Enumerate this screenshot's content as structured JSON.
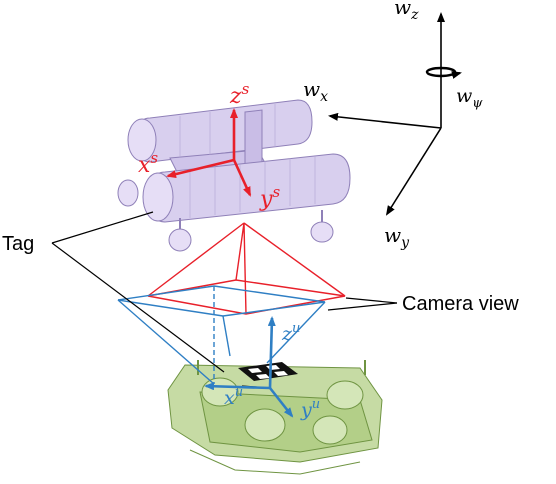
{
  "labels": {
    "tag": "Tag",
    "camera_view": "Camera view"
  },
  "surface_frame": {
    "z": {
      "base": "z",
      "sup": "s"
    },
    "x": {
      "base": "x",
      "sup": "s"
    },
    "y": {
      "base": "y",
      "sup": "s"
    }
  },
  "underwater_frame": {
    "z": {
      "base": "z",
      "sup": "u"
    },
    "x": {
      "base": "x",
      "sup": "u"
    },
    "y": {
      "base": "y",
      "sup": "u"
    }
  },
  "world_frame": {
    "z": {
      "base": "w",
      "sub": "z"
    },
    "x": {
      "base": "w",
      "sub": "x"
    },
    "y": {
      "base": "w",
      "sub": "y"
    },
    "psi": {
      "base": "w",
      "sub": "ψ"
    }
  },
  "colors": {
    "surface_axes": "#e8202a",
    "underwater_axes": "#2f7fc4",
    "surface_vehicle": "#b9acd6",
    "underwater_vehicle": "#9bbd6a",
    "black": "#000000"
  }
}
